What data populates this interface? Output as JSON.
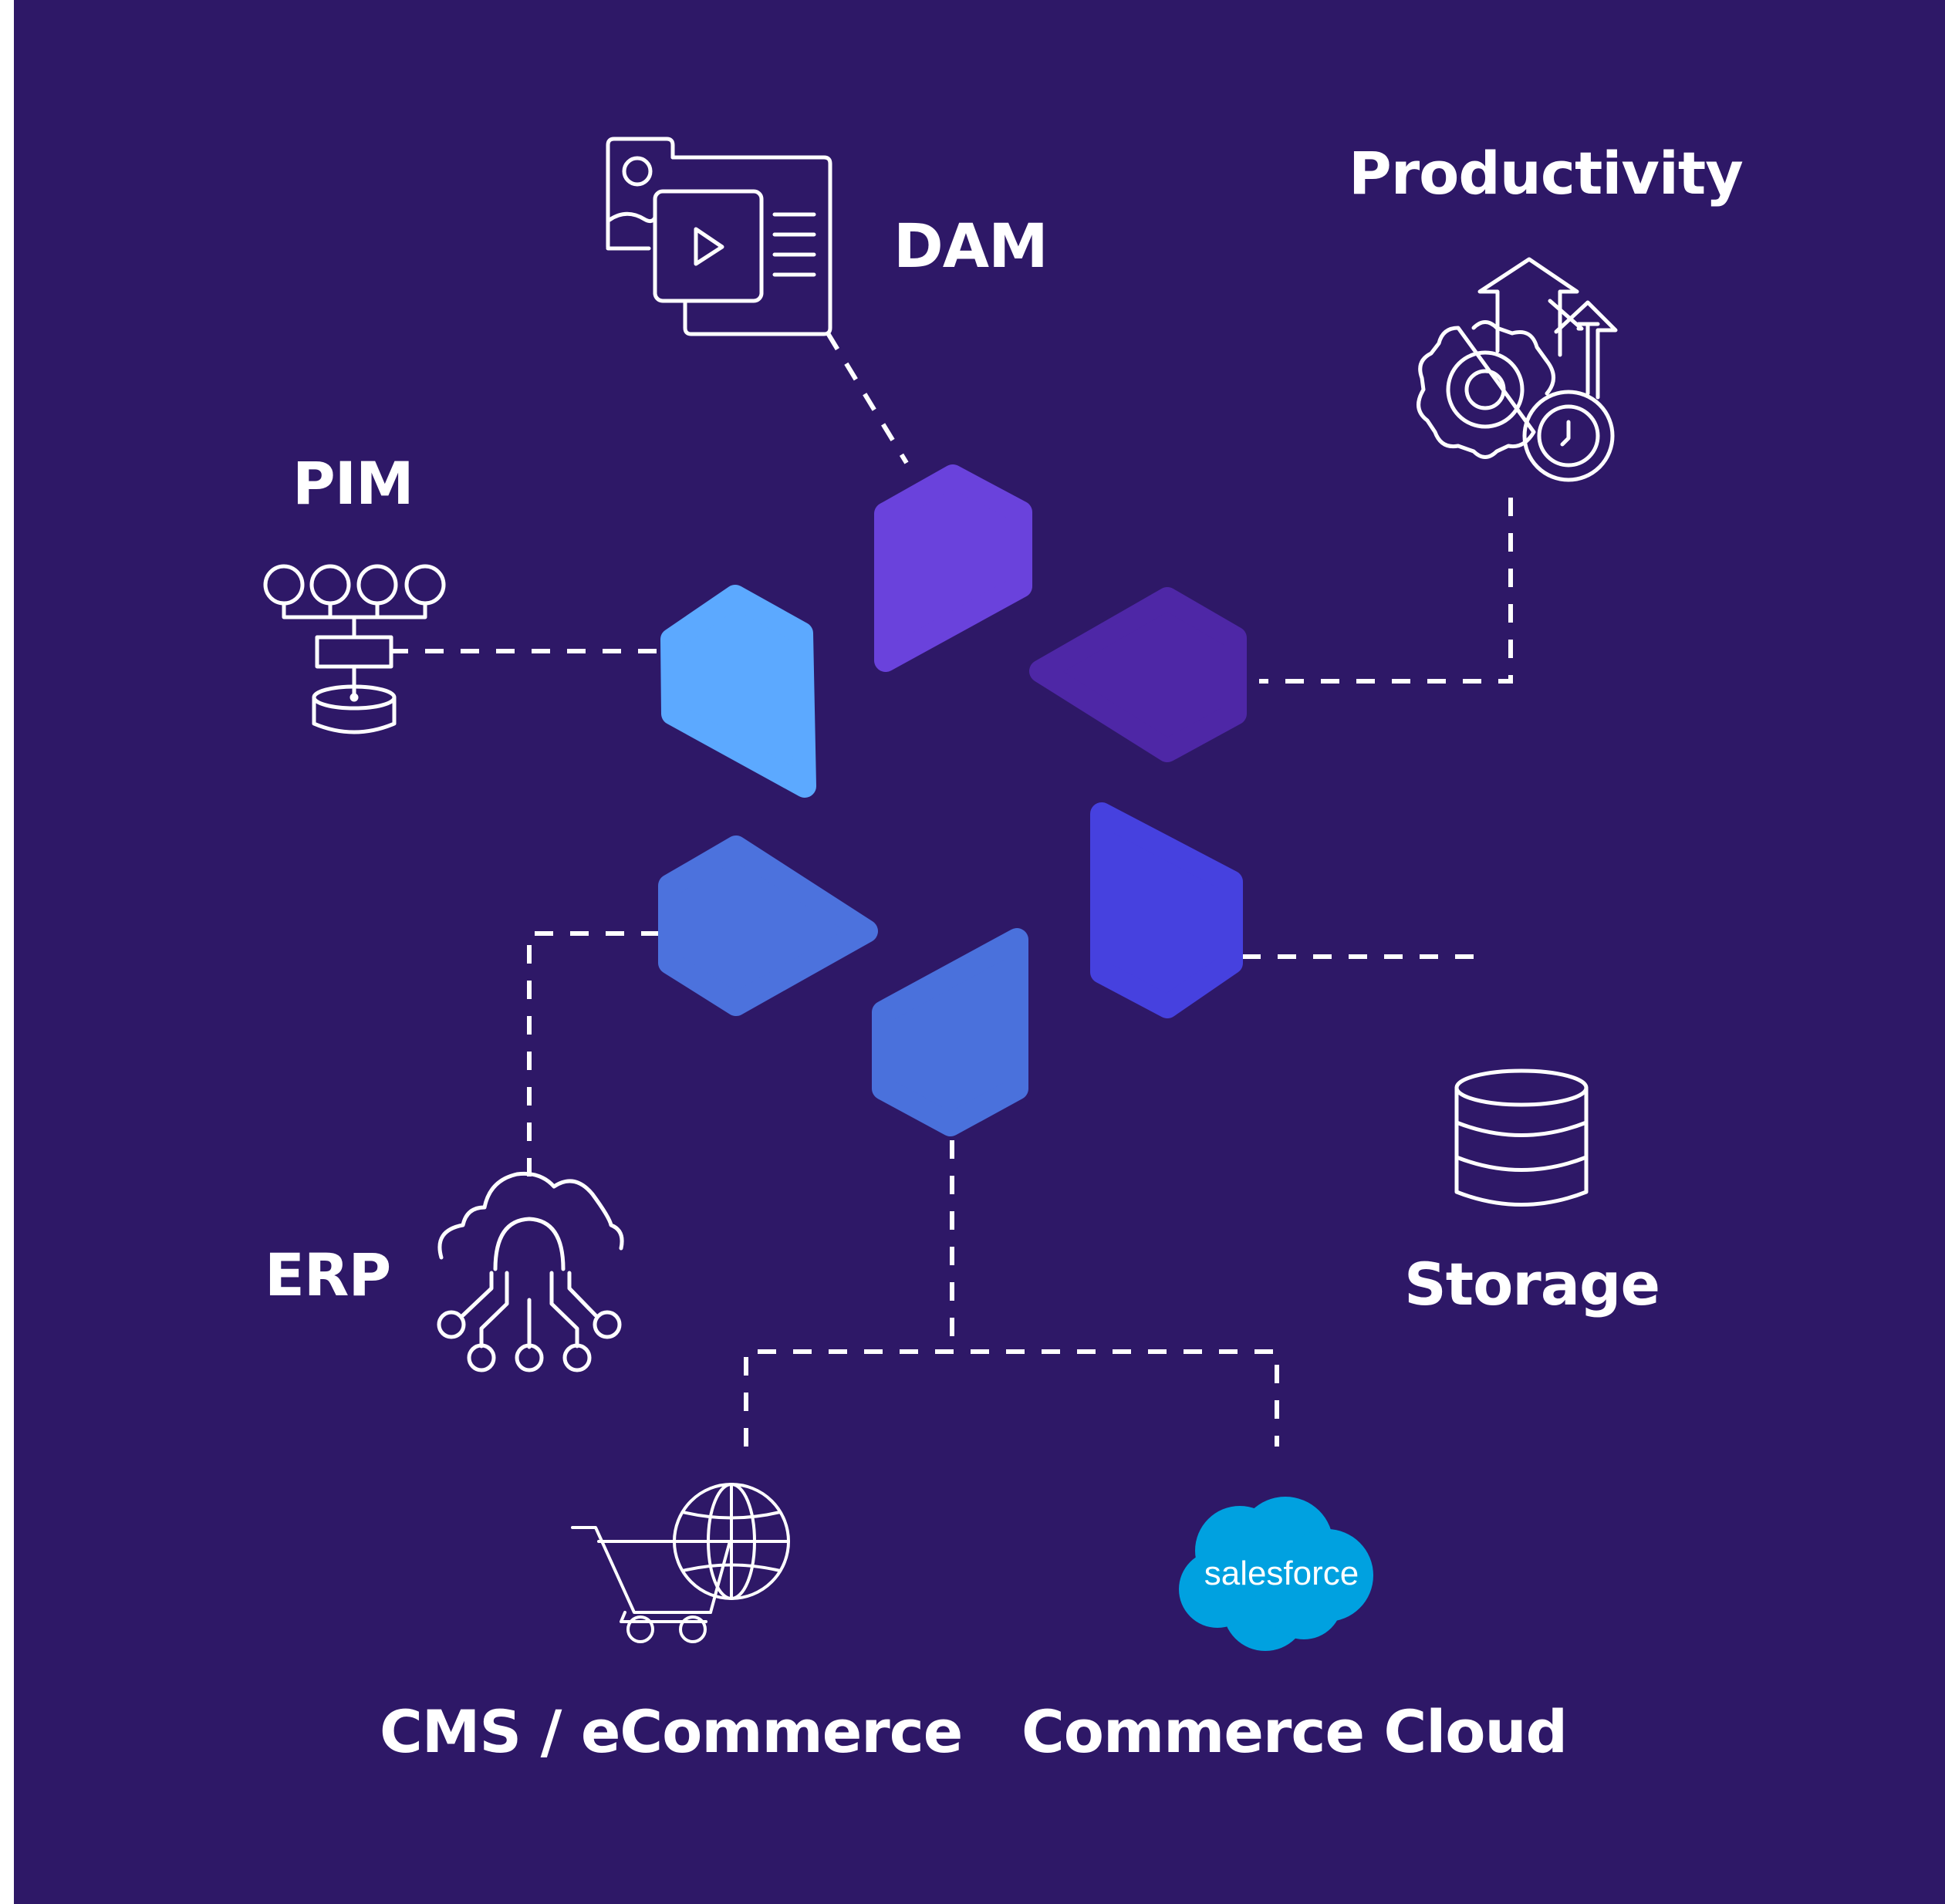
{
  "labels": {
    "dam": "DAM",
    "productivity": "Productivity",
    "pim": "PIM",
    "erp": "ERP",
    "storage": "Storage",
    "cms": "CMS / eCommerce",
    "commerce_cloud": "Commerce Cloud",
    "salesforce_logo_text": "salesforce"
  },
  "colors": {
    "background": "#2e1867",
    "text": "#ffffff",
    "tile_top": "#6a42dc",
    "tile_top_right": "#4e27a6",
    "tile_left": "#5ca9ff",
    "tile_bottom_left": "#4c72dd",
    "tile_bottom": "#4a71dc",
    "tile_right": "#4641df",
    "salesforce_cloud": "#00a1e0"
  },
  "icons": [
    "media-files-icon",
    "gear-growth-clock-icon",
    "hierarchy-database-icon",
    "cloud-network-icon",
    "database-stack-icon",
    "cart-globe-icon",
    "salesforce-logo"
  ]
}
